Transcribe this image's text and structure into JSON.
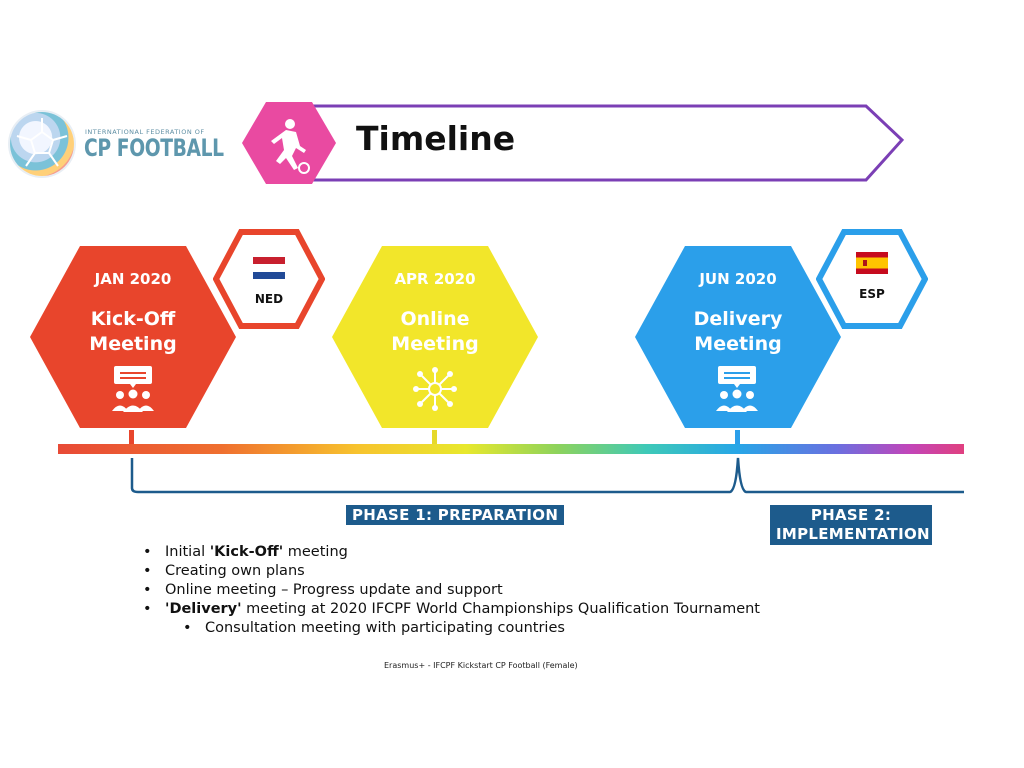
{
  "logo": {
    "small_text": "INTERNATIONAL FEDERATION OF",
    "big_text": "CP FOOTBALL"
  },
  "header": {
    "title": "Timeline",
    "badge_icon": "footballer-icon",
    "colors": {
      "badge": "#e94aa1",
      "border": "#7b3fb5"
    }
  },
  "milestones": [
    {
      "month": "JAN 2020",
      "name_line1": "Kick-Off",
      "name_line2": "Meeting",
      "icon": "meeting-people-icon",
      "color": "#e8452c"
    },
    {
      "month": "APR 2020",
      "name_line1": "Online",
      "name_line2": "Meeting",
      "icon": "network-icon",
      "color": "#f2e62a"
    },
    {
      "month": "JUN 2020",
      "name_line1": "Delivery",
      "name_line2": "Meeting",
      "icon": "meeting-people-icon",
      "color": "#2b9fea"
    }
  ],
  "flags": [
    {
      "code": "NED",
      "icon": "netherlands-flag-icon",
      "color": "#e8452c"
    },
    {
      "code": "ESP",
      "icon": "spain-flag-icon",
      "color": "#2b9fea"
    }
  ],
  "phases": {
    "phase1": "PHASE 1: PREPARATION",
    "phase2_line1": "PHASE 2:",
    "phase2_line2": "IMPLEMENTATION",
    "color": "#1d5b8c"
  },
  "bullets": {
    "b1_pre": "Initial ",
    "b1_bold": "'Kick-Off'",
    "b1_post": " meeting",
    "b2": "Creating own plans",
    "b3": "Online meeting – Progress update and support",
    "b4_bold": "'Delivery'",
    "b4_post": " meeting at 2020 IFCPF World Championships Qualification Tournament",
    "b5": "Consultation meeting with participating countries"
  },
  "footer": "Erasmus+ - IFCPF Kickstart CP Football (Female)"
}
